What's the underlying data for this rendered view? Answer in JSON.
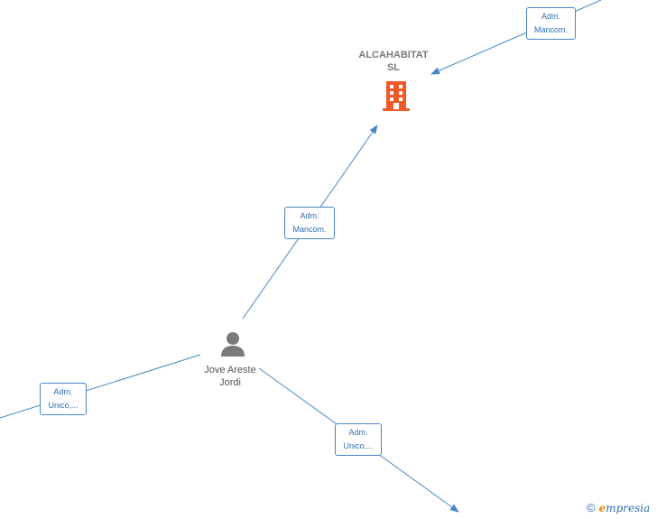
{
  "colors": {
    "edge": "#4a86c8",
    "company_icon": "#f05a28",
    "person_icon": "#7a7a7a"
  },
  "nodes": {
    "company": {
      "name_line1": "ALCAHABITAT",
      "name_line2": "SL",
      "icon": "building-icon"
    },
    "person": {
      "name_line1": "Jove Areste",
      "name_line2": "Jordi",
      "icon": "person-icon"
    }
  },
  "edges": [
    {
      "line1": "Adm.",
      "line2": "Mancom."
    },
    {
      "line1": "Adm.",
      "line2": "Mancom."
    },
    {
      "line1": "Adm.",
      "line2": "Unico,..."
    },
    {
      "line1": "Adm.",
      "line2": "Unico,..."
    }
  ],
  "watermark": {
    "copyright": "©",
    "brand_initial": "e",
    "brand_rest": "mpresia"
  }
}
